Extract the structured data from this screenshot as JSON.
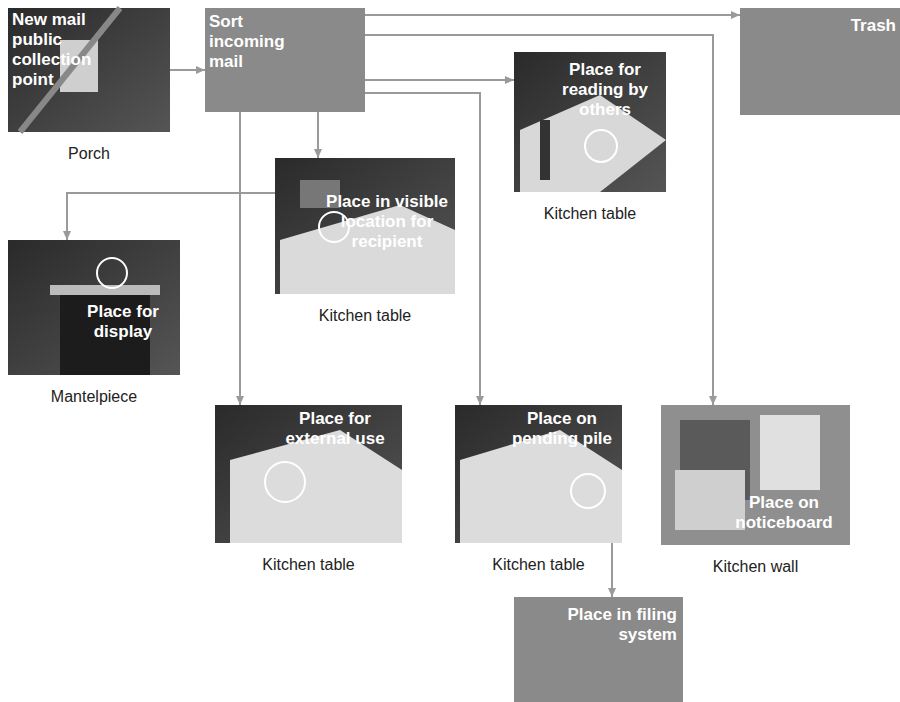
{
  "diagram": {
    "nodes": [
      {
        "text": [
          "New mail public collection point",
          "Porch"
        ]
      },
      {
        "text": [
          "Sort incoming mail"
        ]
      },
      {
        "text": [
          "Trash"
        ]
      },
      {
        "text": [
          "Place for reading by others",
          "Kitchen table"
        ]
      },
      {
        "text": [
          "Place in visible location for recipient",
          "Kitchen table"
        ]
      },
      {
        "text": [
          "Place for display",
          "Mantelpiece"
        ]
      },
      {
        "text": [
          "Place for external use",
          "Kitchen table"
        ]
      },
      {
        "text": [
          "Place on pending pile",
          "Kitchen table"
        ]
      },
      {
        "text": [
          "Place on noticeboard",
          "Kitchen wall"
        ]
      },
      {
        "text": [
          "Place in filing system"
        ]
      }
    ],
    "edges": [
      {
        "from": 0,
        "to": 1,
        "arrow": "to"
      },
      {
        "from": 1,
        "to": 2,
        "arrow": "to"
      },
      {
        "from": 1,
        "to": 8,
        "arrow": "to"
      },
      {
        "from": 1,
        "to": 3,
        "arrow": "to"
      },
      {
        "from": 1,
        "to": 7,
        "arrow": "to"
      },
      {
        "from": 1,
        "to": 4,
        "arrow": "to"
      },
      {
        "from": 1,
        "to": 6,
        "arrow": "to"
      },
      {
        "from": 4,
        "to": 5,
        "arrow": "to"
      },
      {
        "from": 7,
        "to": 9,
        "arrow": "to"
      }
    ]
  }
}
